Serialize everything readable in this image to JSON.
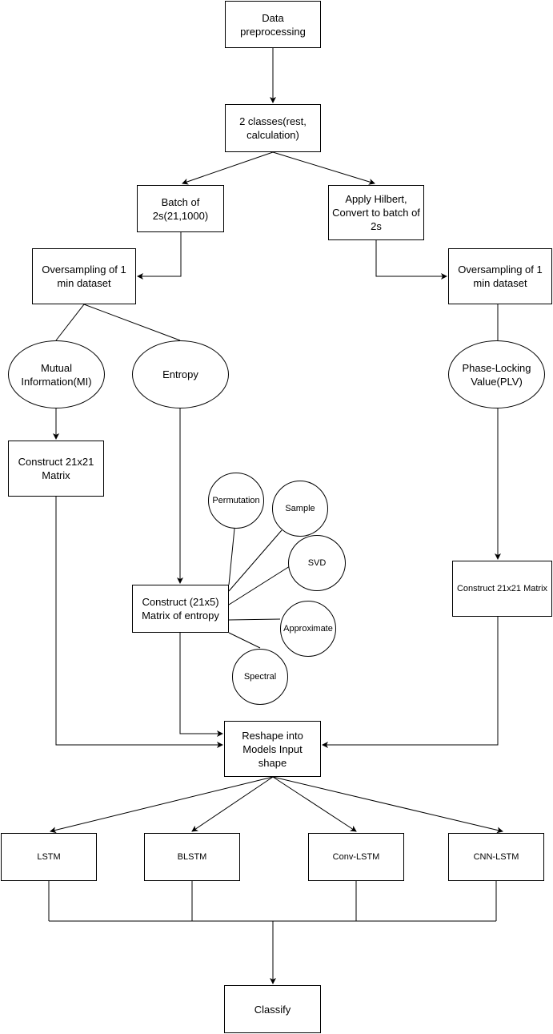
{
  "diagram": {
    "nodes": [
      {
        "id": "data-preprocessing",
        "label": "Data preprocessing"
      },
      {
        "id": "two-classes",
        "label": "2 classes(rest, calculation)"
      },
      {
        "id": "batch-2s",
        "label": "Batch of 2s(21,1000)"
      },
      {
        "id": "apply-hilbert",
        "label": "Apply Hilbert, Convert to batch of 2s"
      },
      {
        "id": "oversampling-left",
        "label": "Oversampling of 1 min dataset"
      },
      {
        "id": "oversampling-right",
        "label": "Oversampling of 1 min dataset"
      },
      {
        "id": "mutual-information",
        "label": "Mutual Information(MI)"
      },
      {
        "id": "entropy",
        "label": "Entropy"
      },
      {
        "id": "plv",
        "label": "Phase-Locking Value(PLV)"
      },
      {
        "id": "construct-21x21-left",
        "label": "Construct 21x21 Matrix"
      },
      {
        "id": "permutation",
        "label": "Permutation"
      },
      {
        "id": "sample",
        "label": "Sample"
      },
      {
        "id": "svd",
        "label": "SVD"
      },
      {
        "id": "approximate",
        "label": "Approximate"
      },
      {
        "id": "spectral",
        "label": "Spectral"
      },
      {
        "id": "construct-21x5",
        "label": "Construct (21x5) Matrix of entropy"
      },
      {
        "id": "construct-21x21-right",
        "label": "Construct 21x21 Matrix"
      },
      {
        "id": "reshape",
        "label": "Reshape into Models Input shape"
      },
      {
        "id": "lstm",
        "label": "LSTM"
      },
      {
        "id": "blstm",
        "label": "BLSTM"
      },
      {
        "id": "conv-lstm",
        "label": "Conv-LSTM"
      },
      {
        "id": "cnn-lstm",
        "label": "CNN-LSTM"
      },
      {
        "id": "classify",
        "label": "Classify"
      }
    ],
    "edges": [
      {
        "from": "data-preprocessing",
        "to": "two-classes",
        "arrow": true
      },
      {
        "from": "two-classes",
        "to": "batch-2s",
        "arrow": true
      },
      {
        "from": "two-classes",
        "to": "apply-hilbert",
        "arrow": true
      },
      {
        "from": "batch-2s",
        "to": "oversampling-left",
        "arrow": true
      },
      {
        "from": "apply-hilbert",
        "to": "oversampling-right",
        "arrow": true
      },
      {
        "from": "oversampling-left",
        "to": "mutual-information",
        "arrow": false
      },
      {
        "from": "oversampling-left",
        "to": "entropy",
        "arrow": false
      },
      {
        "from": "oversampling-right",
        "to": "plv",
        "arrow": false
      },
      {
        "from": "mutual-information",
        "to": "construct-21x21-left",
        "arrow": true
      },
      {
        "from": "entropy",
        "to": "construct-21x5",
        "arrow": true
      },
      {
        "from": "plv",
        "to": "construct-21x21-right",
        "arrow": true
      },
      {
        "from": "construct-21x5",
        "to": "permutation",
        "arrow": false
      },
      {
        "from": "construct-21x5",
        "to": "sample",
        "arrow": false
      },
      {
        "from": "construct-21x5",
        "to": "svd",
        "arrow": false
      },
      {
        "from": "construct-21x5",
        "to": "approximate",
        "arrow": false
      },
      {
        "from": "construct-21x5",
        "to": "spectral",
        "arrow": false
      },
      {
        "from": "construct-21x21-left",
        "to": "reshape",
        "arrow": true
      },
      {
        "from": "construct-21x5",
        "to": "reshape",
        "arrow": true
      },
      {
        "from": "construct-21x21-right",
        "to": "reshape",
        "arrow": true
      },
      {
        "from": "reshape",
        "to": "lstm",
        "arrow": true
      },
      {
        "from": "reshape",
        "to": "blstm",
        "arrow": true
      },
      {
        "from": "reshape",
        "to": "conv-lstm",
        "arrow": true
      },
      {
        "from": "reshape",
        "to": "cnn-lstm",
        "arrow": true
      },
      {
        "from": "lstm",
        "to": "classify",
        "arrow": true
      },
      {
        "from": "blstm",
        "to": "classify",
        "arrow": true
      },
      {
        "from": "conv-lstm",
        "to": "classify",
        "arrow": true
      },
      {
        "from": "cnn-lstm",
        "to": "classify",
        "arrow": true
      }
    ]
  }
}
